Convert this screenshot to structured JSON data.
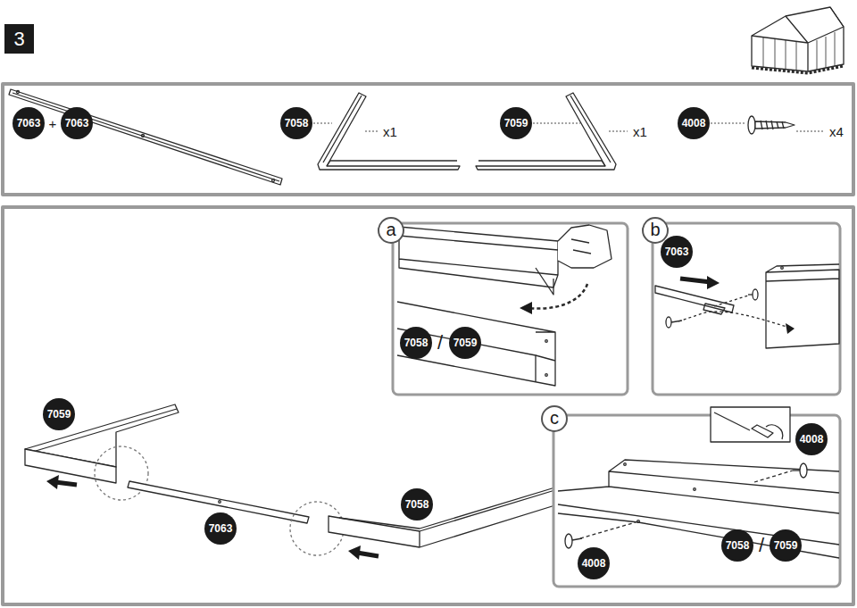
{
  "diagram": {
    "title": "3",
    "labels": [
      "7063",
      "+",
      "7063",
      "7058",
      "x1",
      "7059",
      "x1",
      "4008",
      "x4",
      "a",
      "7058",
      "/",
      "7059",
      "b",
      "7063",
      "c",
      "4008",
      "4008",
      "7058",
      "/",
      "7059",
      "7059",
      "7063",
      "7058"
    ]
  }
}
